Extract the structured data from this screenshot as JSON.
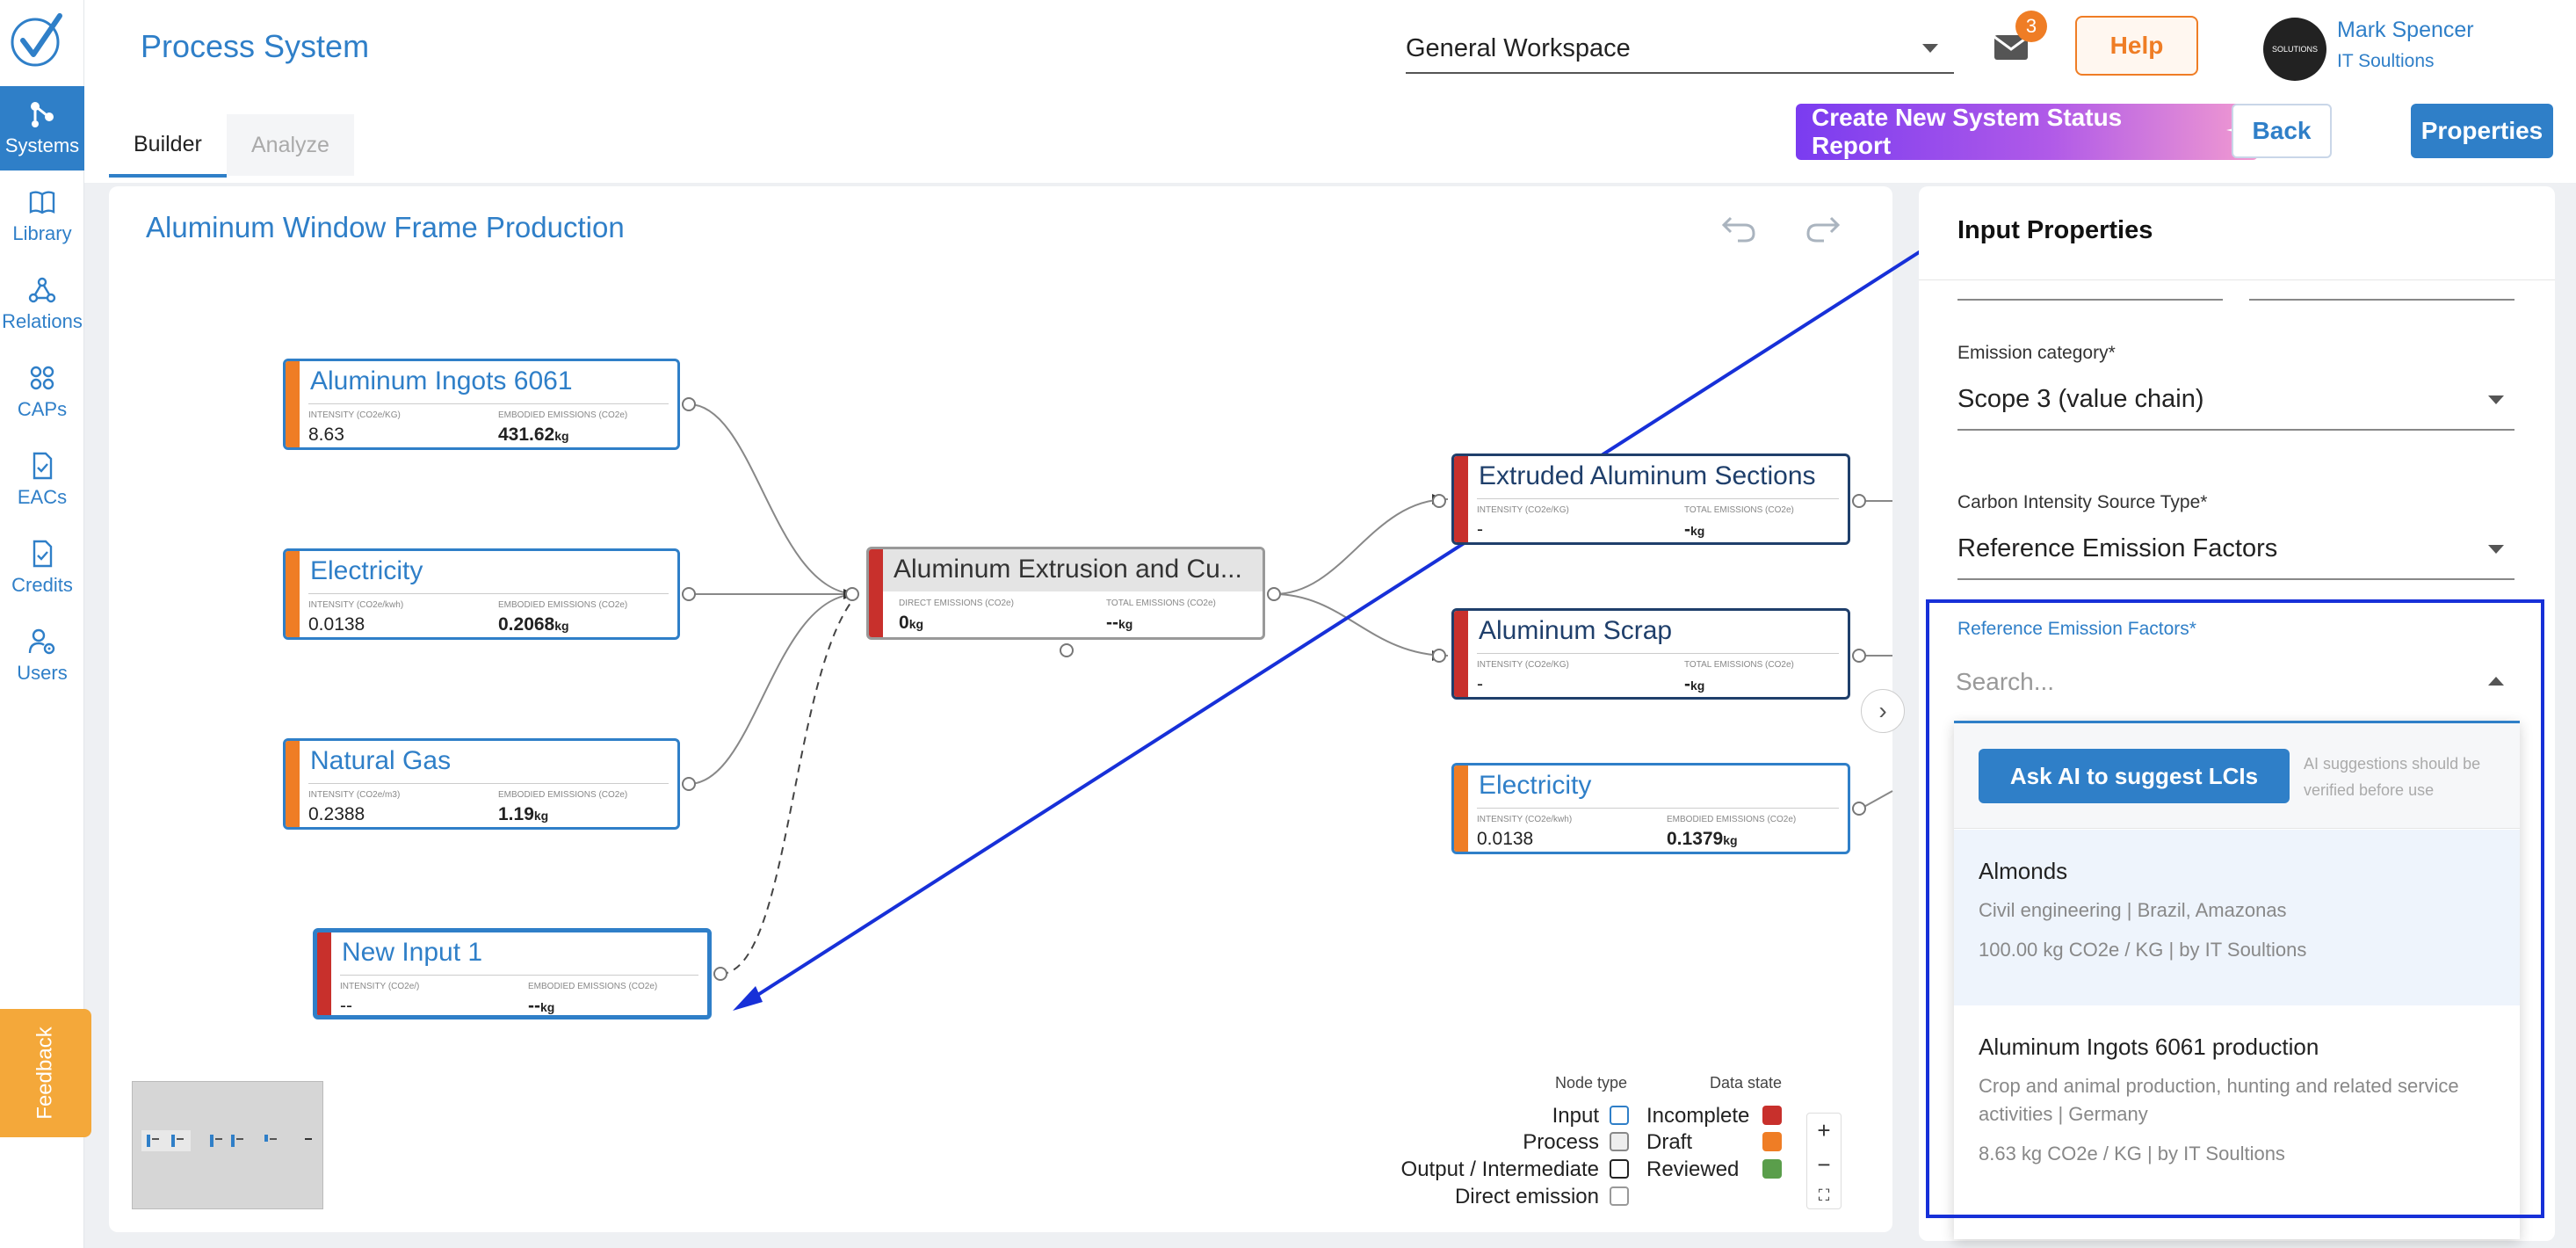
{
  "app": {
    "title": "Process System"
  },
  "nav": [
    {
      "label": "Systems",
      "icon": "systems-icon"
    },
    {
      "label": "Library",
      "icon": "book-icon"
    },
    {
      "label": "Relations",
      "icon": "relations-icon"
    },
    {
      "label": "CAPs",
      "icon": "grid-icon"
    },
    {
      "label": "EACs",
      "icon": "document-check-icon"
    },
    {
      "label": "Credits",
      "icon": "document-check-icon"
    },
    {
      "label": "Users",
      "icon": "users-gear-icon"
    }
  ],
  "feedback": "Feedback",
  "header": {
    "workspace": "General Workspace",
    "mail_count": "3",
    "help": "Help",
    "user_name": "Mark Spencer",
    "user_org": "IT Soultions",
    "avatar_text": "SOLUTIONS"
  },
  "tabs": [
    {
      "label": "Builder"
    },
    {
      "label": "Analyze"
    }
  ],
  "actions": {
    "create_report": "Create New System Status Report",
    "back": "Back",
    "properties": "Properties"
  },
  "canvas": {
    "title": "Aluminum Window Frame Production",
    "nodes": {
      "ingots": {
        "title": "Aluminum Ingots 6061",
        "l1": "INTENSITY (CO2e/KG)",
        "v1": "8.63",
        "l2": "EMBODIED EMISSIONS (CO2e)",
        "v2": "431.62",
        "u2": "kg"
      },
      "elec_in": {
        "title": "Electricity",
        "l1": "INTENSITY (CO2e/kwh)",
        "v1": "0.0138",
        "l2": "EMBODIED EMISSIONS (CO2e)",
        "v2": "0.2068",
        "u2": "kg"
      },
      "gas": {
        "title": "Natural Gas",
        "l1": "INTENSITY (CO2e/m3)",
        "v1": "0.2388",
        "l2": "EMBODIED EMISSIONS (CO2e)",
        "v2": "1.19",
        "u2": "kg"
      },
      "new_input": {
        "title": "New Input 1",
        "l1": "INTENSITY (CO2e/)",
        "v1": "--",
        "l2": "EMBODIED EMISSIONS (CO2e)",
        "v2": "--",
        "u2": "kg"
      },
      "process": {
        "title": "Aluminum Extrusion and Cu...",
        "l1": "DIRECT EMISSIONS (CO2e)",
        "v1": "0",
        "u1": "kg",
        "l2": "TOTAL EMISSIONS (CO2e)",
        "v2": "--",
        "u2": "kg"
      },
      "extruded": {
        "title": "Extruded Aluminum Sections",
        "l1": "INTENSITY (CO2e/KG)",
        "v1": "-",
        "l2": "TOTAL EMISSIONS (CO2e)",
        "v2": "-",
        "u2": "kg"
      },
      "scrap": {
        "title": "Aluminum Scrap",
        "l1": "INTENSITY (CO2e/KG)",
        "v1": "-",
        "l2": "TOTAL EMISSIONS (CO2e)",
        "v2": "-",
        "u2": "kg"
      },
      "elec_out": {
        "title": "Electricity",
        "l1": "INTENSITY (CO2e/kwh)",
        "v1": "0.0138",
        "l2": "EMBODIED EMISSIONS (CO2e)",
        "v2": "0.1379",
        "u2": "kg"
      }
    },
    "legend": {
      "node_type_header": "Node type",
      "data_state_header": "Data state",
      "types": [
        "Input",
        "Process",
        "Output / Intermediate",
        "Direct emission"
      ],
      "states": [
        {
          "label": "Incomplete",
          "color": "#c8302c"
        },
        {
          "label": "Draft",
          "color": "#ef7d25"
        },
        {
          "label": "Reviewed",
          "color": "#5a9e4b"
        }
      ]
    },
    "zoom": {
      "in": "+",
      "out": "−",
      "fit": "⛶"
    }
  },
  "panel": {
    "title": "Input Properties",
    "emission_category": {
      "label": "Emission category",
      "required": "*",
      "value": "Scope 3 (value chain)"
    },
    "source_type": {
      "label": "Carbon Intensity Source Type",
      "required": "*",
      "value": "Reference Emission Factors"
    },
    "reference": {
      "label": "Reference Emission Factors",
      "required": "*",
      "placeholder": "Search..."
    },
    "ai_button": "Ask AI to suggest LCIs",
    "ai_note": "AI suggestions should be verified before use",
    "options": [
      {
        "name": "Almonds",
        "desc": "Civil engineering | Brazil, Amazonas",
        "meta": "100.00 kg CO2e / KG | by IT Soultions"
      },
      {
        "name": "Aluminum Ingots 6061 production",
        "desc": "Crop and animal production, hunting and related service activities | Germany",
        "meta": "8.63 kg CO2e / KG | by IT Soultions"
      }
    ]
  },
  "colors": {
    "accent": "#2f7fc8",
    "orange": "#ef7d25",
    "red": "#c8302c",
    "green": "#5a9e4b",
    "annotation": "#1730d8"
  }
}
